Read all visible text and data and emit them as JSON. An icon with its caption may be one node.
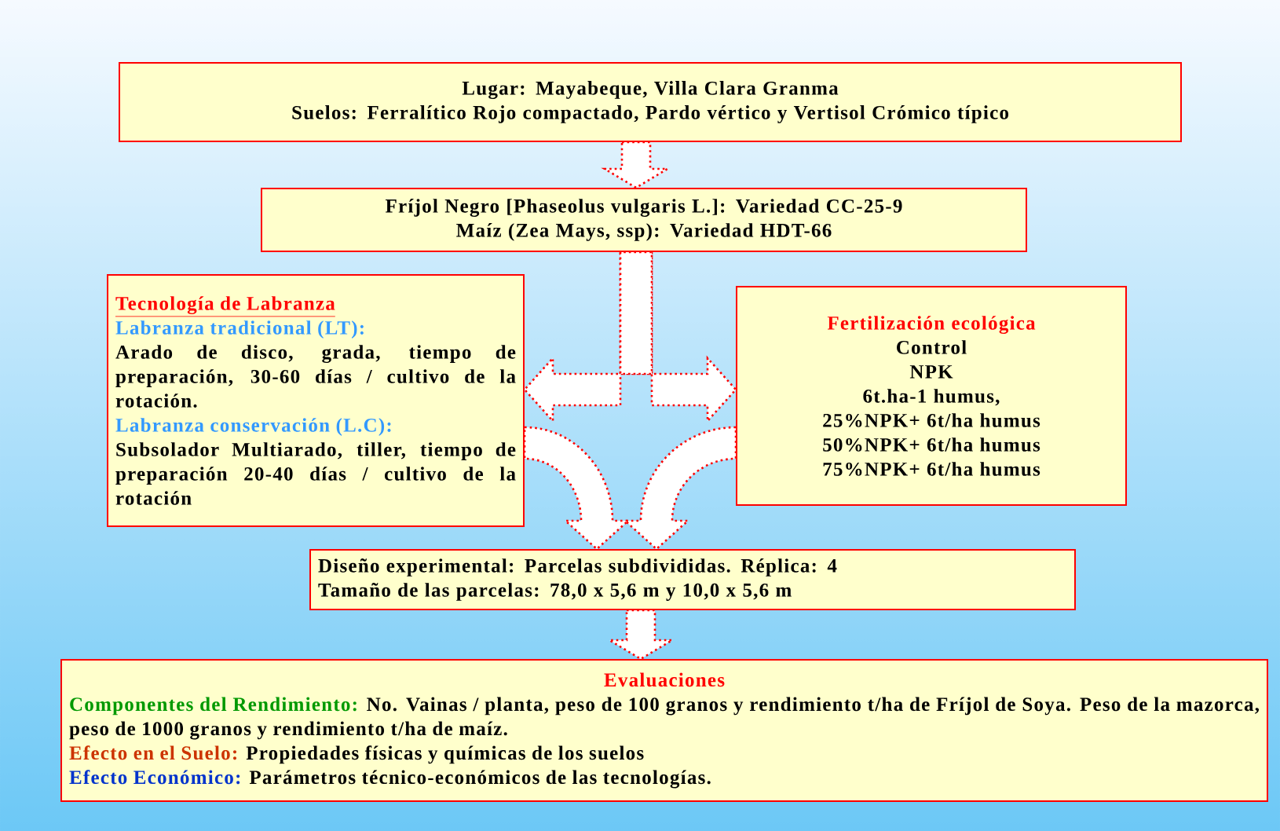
{
  "diagram": {
    "nodes": [
      {
        "text": [
          "Lugar: Mayabeque, Villa Clara Granma",
          "Suelos: Ferralítico Rojo compactado, Pardo vértico y Vertisol Crómico típico"
        ]
      },
      {
        "text": [
          "Fríjol Negro [Phaseolus vulgaris L.]: Variedad CC-25-9",
          "Maíz (Zea Mays, ssp): Variedad HDT-66"
        ]
      },
      {
        "text": [
          "Tecnología de Labranza",
          "Labranza tradicional (LT):",
          "Arado de disco, grada, tiempo de preparación, 30-60 días / cultivo de la rotación.",
          "Labranza conservación (L.C):",
          "Subsolador Multiarado, tiller, tiempo de preparación 20-40 días / cultivo de la rotación"
        ]
      },
      {
        "text": [
          "Fertilización ecológica",
          "Control",
          "NPK",
          "6t.ha-1 humus,",
          "25%NPK+ 6t/ha humus",
          "50%NPK+ 6t/ha humus",
          "75%NPK+ 6t/ha humus"
        ]
      },
      {
        "text": [
          "Diseño experimental: Parcelas subdivididas. Réplica: 4",
          "Tamaño de las parcelas: 78,0 x 5,6 m y 10,0 x 5,6 m"
        ]
      },
      {
        "text": [
          "Evaluaciones",
          "Componentes del Rendimiento:",
          "No. Vainas / planta, peso de 100 granos y rendimiento t/ha de Fríjol de Soya. Peso de la mazorca, peso de 1000 granos y rendimiento t/ha de maíz.",
          "Efecto en el Suelo:",
          "Propiedades físicas y químicas de los suelos",
          "Efecto Económico:",
          "Parámetros técnico-económicos de las tecnologías."
        ]
      }
    ],
    "edges": [
      {
        "from": 0,
        "to": 1,
        "arrow": "to"
      },
      {
        "from": 1,
        "to": 2,
        "arrow": "to"
      },
      {
        "from": 1,
        "to": 3,
        "arrow": "to"
      },
      {
        "from": 2,
        "to": 4,
        "arrow": "to"
      },
      {
        "from": 3,
        "to": 4,
        "arrow": "to"
      },
      {
        "from": 4,
        "to": 5,
        "arrow": "to"
      }
    ]
  }
}
